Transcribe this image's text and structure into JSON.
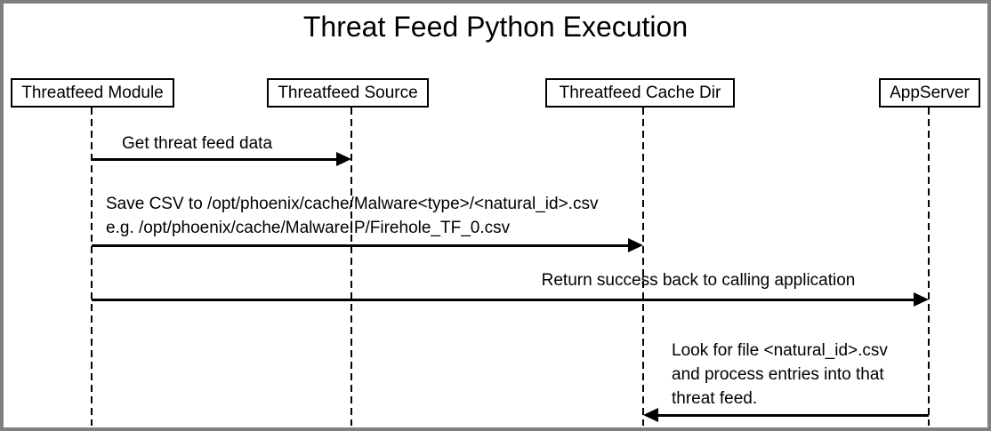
{
  "title": "Threat Feed Python Execution",
  "diagram": {
    "type": "sequence",
    "actors": [
      {
        "label": "Threatfeed Module"
      },
      {
        "label": "Threatfeed Source"
      },
      {
        "label": "Threatfeed Cache Dir"
      },
      {
        "label": "AppServer"
      }
    ],
    "messages": [
      {
        "from": "Threatfeed Module",
        "to": "Threatfeed Source",
        "direction": "right",
        "lines": [
          "Get threat feed data"
        ]
      },
      {
        "from": "Threatfeed Module",
        "to": "Threatfeed Cache Dir",
        "direction": "right",
        "lines": [
          "Save CSV to /opt/phoenix/cache/Malware<type>/<natural_id>.csv",
          "e.g. /opt/phoenix/cache/MalwareIP/Firehole_TF_0.csv"
        ]
      },
      {
        "from": "Threatfeed Module",
        "to": "AppServer",
        "direction": "right",
        "lines": [
          "Return success back to calling application"
        ]
      },
      {
        "from": "AppServer",
        "to": "Threatfeed Cache Dir",
        "direction": "left",
        "lines": [
          "Look for file <natural_id>.csv",
          "and process entries into that",
          "threat feed."
        ]
      }
    ]
  },
  "colors": {
    "line": "#000000",
    "background": "#ffffff",
    "frame": "#808080"
  }
}
